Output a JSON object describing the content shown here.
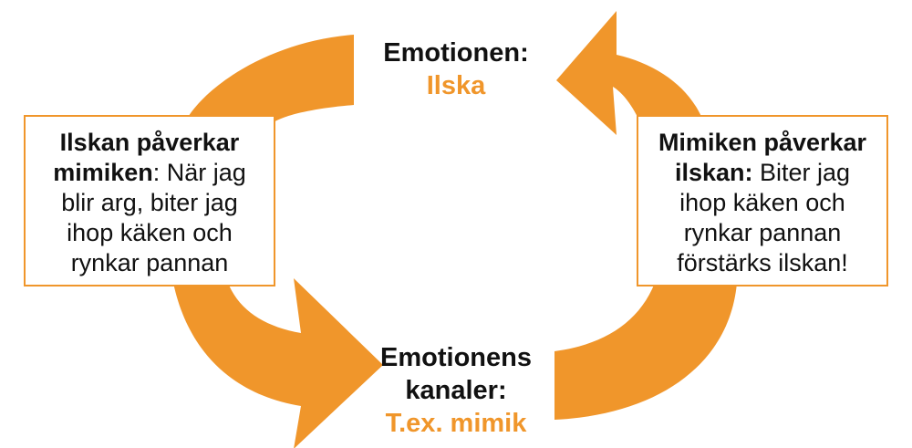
{
  "colors": {
    "accent": "#F0962B",
    "text": "#111111",
    "background": "#FFFFFF"
  },
  "nodes": {
    "top": {
      "title": "Emotionen:",
      "value": "Ilska"
    },
    "bottom": {
      "title_line1": "Emotionens",
      "title_line2": "kanaler:",
      "value": "T.ex. mimik"
    }
  },
  "boxes": {
    "left": {
      "bold_line1": "Ilskan påverkar",
      "bold_line2": "mimiken",
      "rest_line2": ": När jag",
      "line3": "blir arg, biter jag",
      "line4": "ihop käken och",
      "line5": "rynkar pannan"
    },
    "right": {
      "bold_line1": "Mimiken påverkar",
      "bold_line2": "ilskan:",
      "rest_line2": " Biter jag",
      "line3": "ihop käken och",
      "line4": "rynkar pannan",
      "line5": "förstärks ilskan!"
    }
  }
}
